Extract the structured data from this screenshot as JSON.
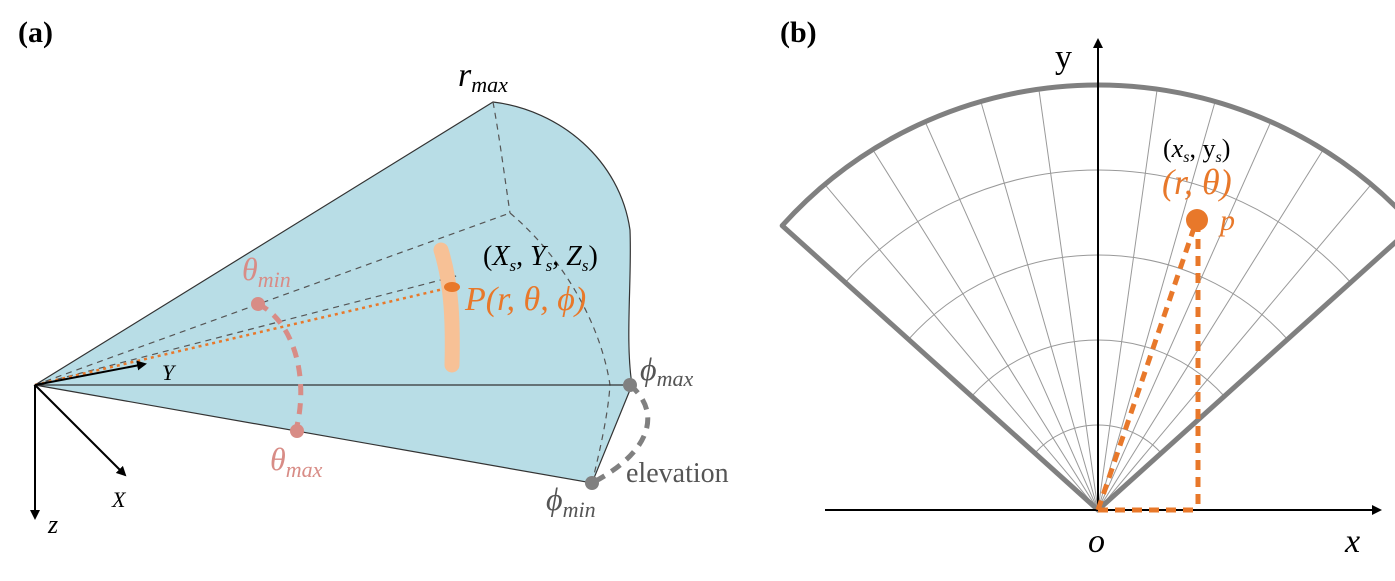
{
  "colors": {
    "fan_fill": "#b8dde6",
    "orange": "#e8782a",
    "light_orange": "#f7c196",
    "pink": "#d88c86",
    "gray": "#808080",
    "black": "#000000"
  },
  "panel_a": {
    "label": "(a)",
    "r_max": {
      "base": "r",
      "sub": "max"
    },
    "point_coords": {
      "X": "X",
      "Y": "Y",
      "Z": "Z",
      "sub": "s"
    },
    "point_label": "P(r, θ, ϕ)",
    "theta_min": {
      "base": "θ",
      "sub": "min"
    },
    "theta_max": {
      "base": "θ",
      "sub": "max"
    },
    "phi_max": {
      "base": "ϕ",
      "sub": "max"
    },
    "phi_min": {
      "base": "ϕ",
      "sub": "min"
    },
    "elevation": "elevation",
    "axis_x": "X",
    "axis_y": "Y",
    "axis_z": "z"
  },
  "panel_b": {
    "label": "(b)",
    "axis_x": "x",
    "axis_y": "y",
    "origin": "o",
    "point_coords": {
      "x": "x",
      "y": "y",
      "sub": "s"
    },
    "polar_label": "(r, θ)",
    "point_name": "p"
  }
}
